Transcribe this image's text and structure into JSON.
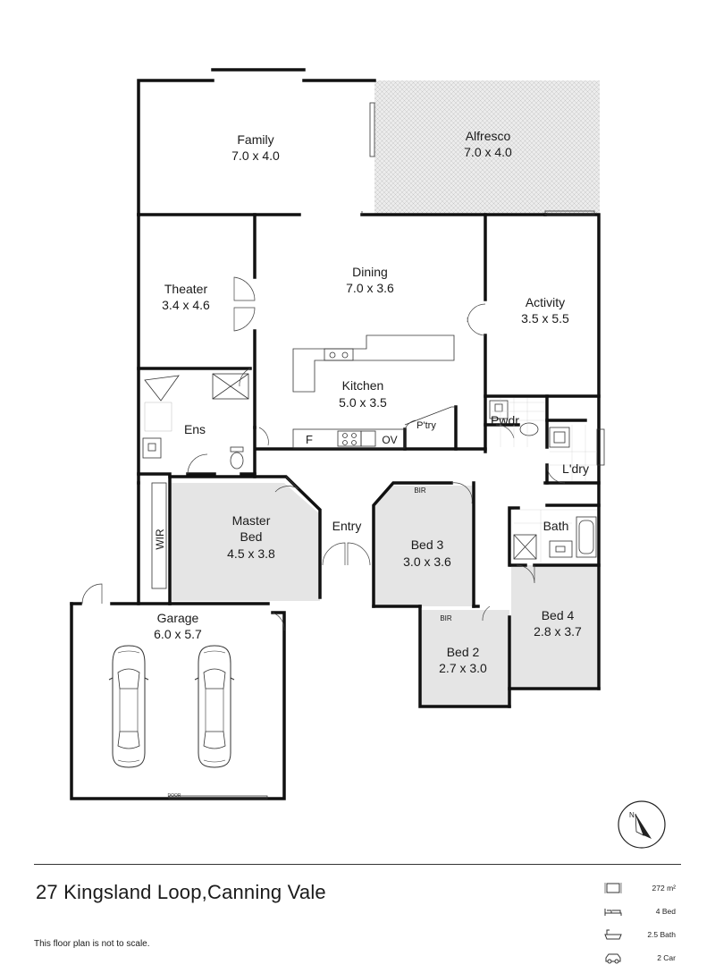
{
  "rooms": [
    {
      "id": "family",
      "name": "Family",
      "dims": "7.0 x 4.0"
    },
    {
      "id": "alfresco",
      "name": "Alfresco",
      "dims": "7.0 x 4.0"
    },
    {
      "id": "theater",
      "name": "Theater",
      "dims": "3.4 x 4.6"
    },
    {
      "id": "dining",
      "name": "Dining",
      "dims": "7.0 x 3.6"
    },
    {
      "id": "activity",
      "name": "Activity",
      "dims": "3.5 x 5.5"
    },
    {
      "id": "kitchen",
      "name": "Kitchen",
      "dims": "5.0 x 3.5"
    },
    {
      "id": "master",
      "name": "Master\nBed",
      "dims": "4.5 x 3.8"
    },
    {
      "id": "bed3",
      "name": "Bed 3",
      "dims": "3.0 x 3.6"
    },
    {
      "id": "garage",
      "name": "Garage",
      "dims": "6.0 x 5.7"
    },
    {
      "id": "bed2",
      "name": "Bed 2",
      "dims": "2.7 x 3.0"
    },
    {
      "id": "bed4",
      "name": "Bed 4",
      "dims": "2.8 x 3.7"
    }
  ],
  "labels": {
    "ens": "Ens",
    "pwdr": "Pwdr",
    "ldry": "L'dry",
    "bath": "Bath",
    "pantry": "P'try",
    "wir": "WIR",
    "bir": "BIR",
    "entry": "Entry",
    "fridge": "F",
    "oven": "OV",
    "door": "DOOR"
  },
  "address": "27 Kingsland Loop,Canning Vale",
  "note": "This floor plan is not to scale.",
  "stats": [
    {
      "icon": "area-icon",
      "value": "272 m²"
    },
    {
      "icon": "bed-icon",
      "value": "4 Bed"
    },
    {
      "icon": "bath-icon",
      "value": "2.5 Bath"
    },
    {
      "icon": "car-icon",
      "value": "2 Car"
    }
  ],
  "colors": {
    "wall": "#111111",
    "room_fill": "#e5e5e5",
    "alfresco_fill": "#e8e8e8"
  }
}
